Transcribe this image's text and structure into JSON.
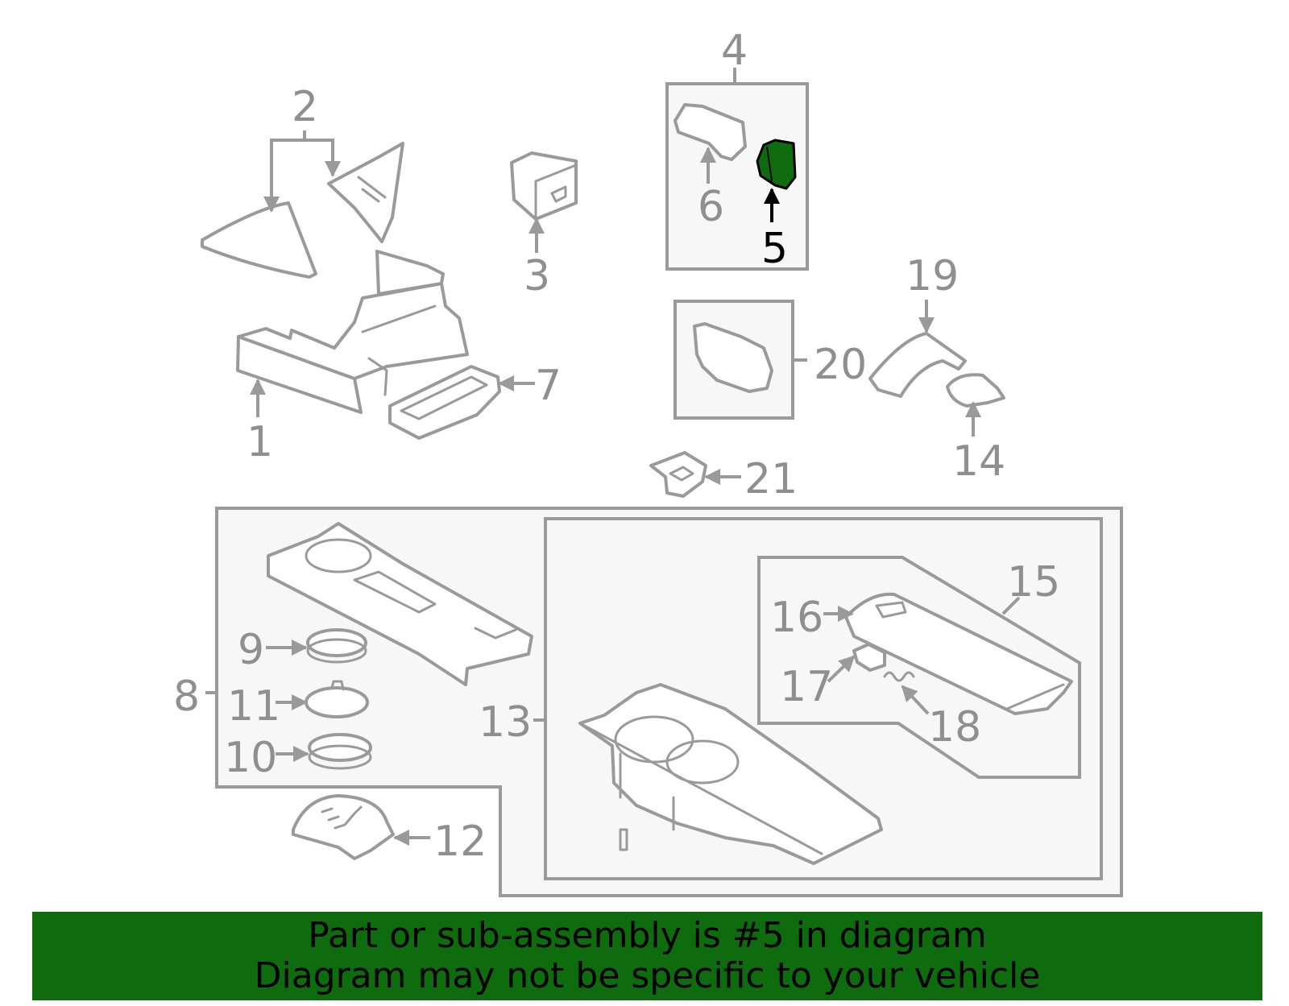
{
  "diagram": {
    "callouts": {
      "c1": "1",
      "c2": "2",
      "c3": "3",
      "c4": "4",
      "c5": "5",
      "c6": "6",
      "c7": "7",
      "c8": "8",
      "c9": "9",
      "c10": "10",
      "c11": "11",
      "c12": "12",
      "c13": "13",
      "c14": "14",
      "c15": "15",
      "c16": "16",
      "c17": "17",
      "c18": "18",
      "c19": "19",
      "c20": "20",
      "c21": "21"
    },
    "selected_part": "5",
    "highlight_color": "#0e6b0e"
  },
  "banner": {
    "line1": "Part or sub-assembly is #5 in diagram",
    "line2": "Diagram may not be specific to your vehicle",
    "background_color": "#0e6b0e"
  }
}
